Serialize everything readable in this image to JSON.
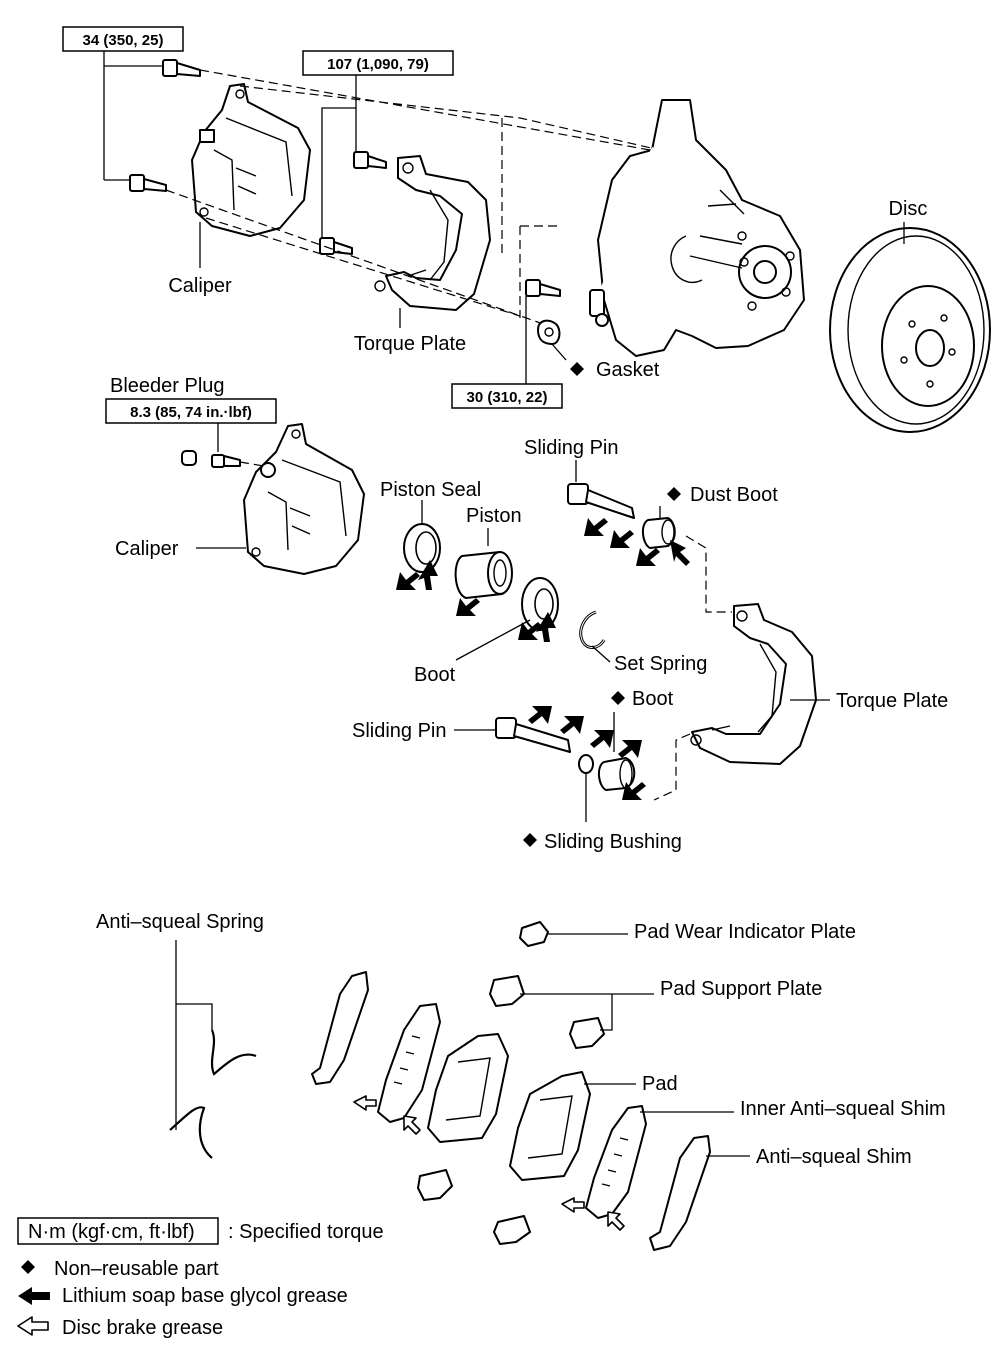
{
  "torque": {
    "caliper_bolts": "34 (350, 25)",
    "torque_plate_bolts": "107 (1,090, 79)",
    "hose_bolt": "30 (310, 22)",
    "bleeder_plug": "8.3 (85, 74 in.·lbf)"
  },
  "labels": {
    "caliper_top": "Caliper",
    "torque_plate_top": "Torque Plate",
    "gasket": "Gasket",
    "disc": "Disc",
    "bleeder_plug": "Bleeder Plug",
    "caliper_mid": "Caliper",
    "piston_seal": "Piston Seal",
    "piston": "Piston",
    "sliding_pin_top": "Sliding Pin",
    "dust_boot": "Dust Boot",
    "boot_left": "Boot",
    "set_spring": "Set Spring",
    "boot_right": "Boot",
    "torque_plate_mid": "Torque Plate",
    "sliding_pin_bottom": "Sliding Pin",
    "sliding_bushing": "Sliding Bushing",
    "anti_squeal_spring": "Anti–squeal Spring",
    "pad_wear_indicator_plate": "Pad Wear Indicator Plate",
    "pad_support_plate": "Pad Support Plate",
    "pad": "Pad",
    "inner_anti_squeal_shim": "Inner Anti–squeal Shim",
    "anti_squeal_shim": "Anti–squeal Shim"
  },
  "legend": {
    "torque_box": "N·m (kgf·cm, ft·lbf)",
    "torque_desc": ": Specified torque",
    "non_reusable": "Non–reusable part",
    "lithium_grease": "Lithium soap base glycol grease",
    "disc_grease": "Disc brake grease"
  },
  "colors": {
    "ink": "#000000",
    "paper": "#ffffff"
  },
  "icons": {
    "non_reusable": "diamond-icon",
    "lithium_grease": "filled-arrow-icon",
    "disc_grease": "hollow-arrow-icon"
  }
}
